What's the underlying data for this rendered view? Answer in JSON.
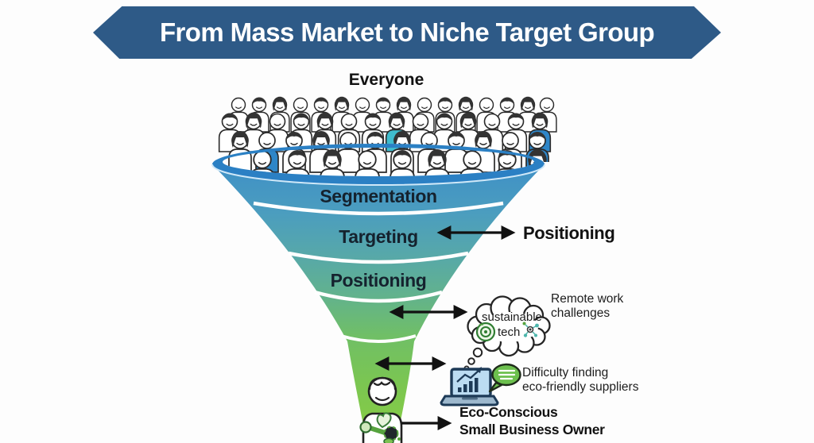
{
  "banner": {
    "title": "From Mass Market to Niche Target Group",
    "bg_color": "#2e5a87",
    "text_color": "#ffffff"
  },
  "funnel": {
    "audience_label": "Everyone",
    "stages": [
      {
        "label": "Segmentation"
      },
      {
        "label": "Targeting"
      },
      {
        "label": "Positioning"
      }
    ],
    "colors": {
      "rim": "#2b80c4",
      "gradient_top": "#3f90c6",
      "gradient_bottom": "#86cc45",
      "divider": "#ffffff"
    }
  },
  "callouts": {
    "positioning": {
      "label": "Positioning"
    },
    "remote_work": {
      "line1": "Remote work",
      "line2": "challenges"
    },
    "thought_bubble": {
      "word1": "sustainable",
      "word2": "tech"
    },
    "difficulty": {
      "line1": "Difficulty finding",
      "line2": "eco-friendly suppliers"
    },
    "persona": {
      "line1": "Eco-Conscious",
      "line2": "Small Business Owner"
    }
  },
  "icons": [
    {
      "name": "crowd-icon",
      "meaning": "mass market audience"
    },
    {
      "name": "thought-bubble-icon",
      "meaning": "sustainable tech idea"
    },
    {
      "name": "eco-spiral-icon",
      "meaning": "eco badge"
    },
    {
      "name": "molecule-icon",
      "meaning": "tech network"
    },
    {
      "name": "laptop-chart-icon",
      "meaning": "remote work analytics"
    },
    {
      "name": "speech-bubble-icon",
      "meaning": "supplier conversation"
    },
    {
      "name": "eco-person-icon",
      "meaning": "eco-conscious small business owner"
    }
  ]
}
